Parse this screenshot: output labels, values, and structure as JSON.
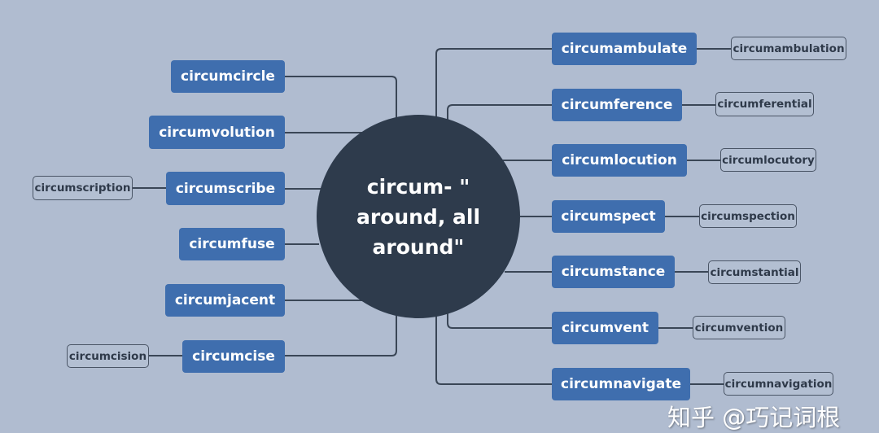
{
  "center": {
    "label": "circum- \" around, all around\""
  },
  "left": [
    {
      "label": "circumcircle"
    },
    {
      "label": "circumvolution"
    },
    {
      "label": "circumscribe",
      "child": "circumscription"
    },
    {
      "label": "circumfuse"
    },
    {
      "label": "circumjacent"
    },
    {
      "label": "circumcise",
      "child": "circumcision"
    }
  ],
  "right": [
    {
      "label": "circumambulate",
      "child": "circumambulation"
    },
    {
      "label": "circumference",
      "child": "circumferential"
    },
    {
      "label": "circumlocution",
      "child": "circumlocutory"
    },
    {
      "label": "circumspect",
      "child": "circumspection"
    },
    {
      "label": "circumstance",
      "child": "circumstantial"
    },
    {
      "label": "circumvent",
      "child": "circumvention"
    },
    {
      "label": "circumnavigate",
      "child": "circumnavigation"
    }
  ],
  "watermark": "知乎 @巧记词根",
  "colors": {
    "background": "#b0bcd0",
    "node": "#3f6eae",
    "center": "#2e3b4c",
    "line": "#3a4656"
  }
}
